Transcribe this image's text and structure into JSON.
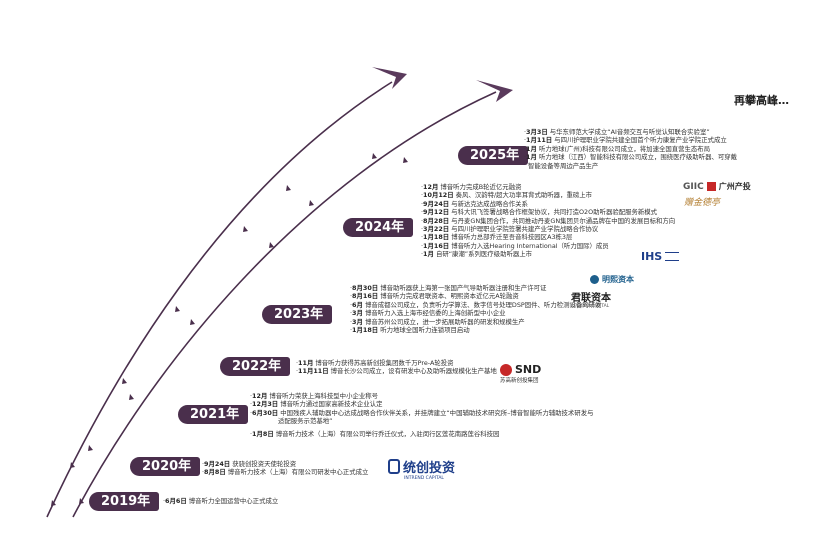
{
  "slogan": "再攀高峰…",
  "colors": {
    "badge": "#4a2f4c",
    "curve": "#4a2f4c",
    "arrow": "#5a3a5c",
    "text": "#333333"
  },
  "milestones": [
    {
      "year": "2019年",
      "events": [
        {
          "date": "6月6日",
          "text": "博音听力全国运营中心正式成立"
        }
      ]
    },
    {
      "year": "2020年",
      "events": [
        {
          "date": "9月24日",
          "text": "获骁创投资天使轮投资"
        },
        {
          "date": "8月8日",
          "text": "博音听力技术（上海）有限公司研发中心正式成立"
        }
      ]
    },
    {
      "year": "2021年",
      "events": [
        {
          "date": "12月",
          "text": "博音听力荣获上海科技型中小企业称号"
        },
        {
          "date": "12月3日",
          "text": "博音听力通过国家高新技术企业认定"
        },
        {
          "date": "6月30日",
          "text": "中国残疾人辅助器中心达成战略合作伙伴关系，并挂牌建立“中国辅助技术研究所–博音智能听力辅助技术研发与"
        },
        {
          "date": "",
          "text": "适配服务示范基地”"
        },
        {
          "date": "1月8日",
          "text": "博音听力技术（上海）有限公司举行乔迁仪式，入驻闵行区莲花南路莲谷科技园"
        }
      ]
    },
    {
      "year": "2022年",
      "events": [
        {
          "date": "11月",
          "text": "博音听力获得苏高新创投集团数千万Pre-A轮投资"
        },
        {
          "date": "11月11日",
          "text": "博音长沙公司成立，设有研发中心及助听器规模化生产基地"
        }
      ]
    },
    {
      "year": "2023年",
      "events": [
        {
          "date": "8月30日",
          "text": "博音助听器获上海第一张国产气导助听器注册和生产许可证"
        },
        {
          "date": "8月16日",
          "text": "博音听力完成君联资本、明熙资本近亿元A轮融资"
        },
        {
          "date": "6月",
          "text": "博音成都公司成立，负责听力学算法、数字信号处理DSP固件、听力检测设备的研发"
        },
        {
          "date": "3月",
          "text": "博音听力入选上海市经信委的上海创新型中小企业"
        },
        {
          "date": "3月",
          "text": "博音苏州公司成立，进一步拓展助听器的研发和规模生产"
        },
        {
          "date": "1月18日",
          "text": "听力地球全国听力连锁项目启动"
        }
      ]
    },
    {
      "year": "2024年",
      "events": [
        {
          "date": "12月",
          "text": "博音听力完成B轮近亿元融资"
        },
        {
          "date": "10月12日",
          "text": "奏风、汉韵特/超大功率耳背式助听器，重磅上市"
        },
        {
          "date": "9月24日",
          "text": "与新达克达成战略合作关系"
        },
        {
          "date": "9月12日",
          "text": "与科大讯飞签署战略合作框架协议，共同打造O2O助听器验配服务新模式"
        },
        {
          "date": "8月28日",
          "text": "与丹麦GN集团合作，共同推动丹麦GN集团贝尔通品牌在中国的发展目标和方向"
        },
        {
          "date": "3月22日",
          "text": "与四川护理职业学院签署共建产业学院战略合作协议"
        },
        {
          "date": "1月18日",
          "text": "博音听力总部乔迁至吾音科技园区A3栋3层"
        },
        {
          "date": "1月16日",
          "text": "博音听力入选Hearing International（听力国际）成员"
        },
        {
          "date": "1月",
          "text": "自研“康潮”系列医疗级助听器上市"
        }
      ]
    },
    {
      "year": "2025年",
      "events": [
        {
          "date": "3月3日",
          "text": "与华东师范大学成立“AI音频交互与听觉认知联合实验室”"
        },
        {
          "date": "1月11日",
          "text": "与四川护理职业学院共建全国首个听力康复产业学院正式成立"
        },
        {
          "date": "1月",
          "text": "听力地球(广州)科技有限公司成立，将加速全国直营生态布局"
        },
        {
          "date": "1月",
          "text": "听力地球（江西）智能科技有限公司成立，围绕医疗级助听器、可穿戴"
        },
        {
          "date": "",
          "text": "智能设备等周边产品生产"
        }
      ]
    }
  ],
  "logos": {
    "intrend": {
      "cn": "统创投资",
      "en": "INTREND CAPITAL"
    },
    "snd": {
      "mark": "SND",
      "cn": "苏高新创投集团"
    },
    "legend": {
      "cn": "君联资本",
      "en": "LEGEND CAPITAL"
    },
    "minghui": {
      "cn": "明熙资本"
    },
    "ihs": {
      "mark": "IHS"
    },
    "giic": {
      "mark": "GIIC",
      "cn": "广州产投"
    },
    "yiyin": {
      "cn": "赠金德亭"
    }
  }
}
